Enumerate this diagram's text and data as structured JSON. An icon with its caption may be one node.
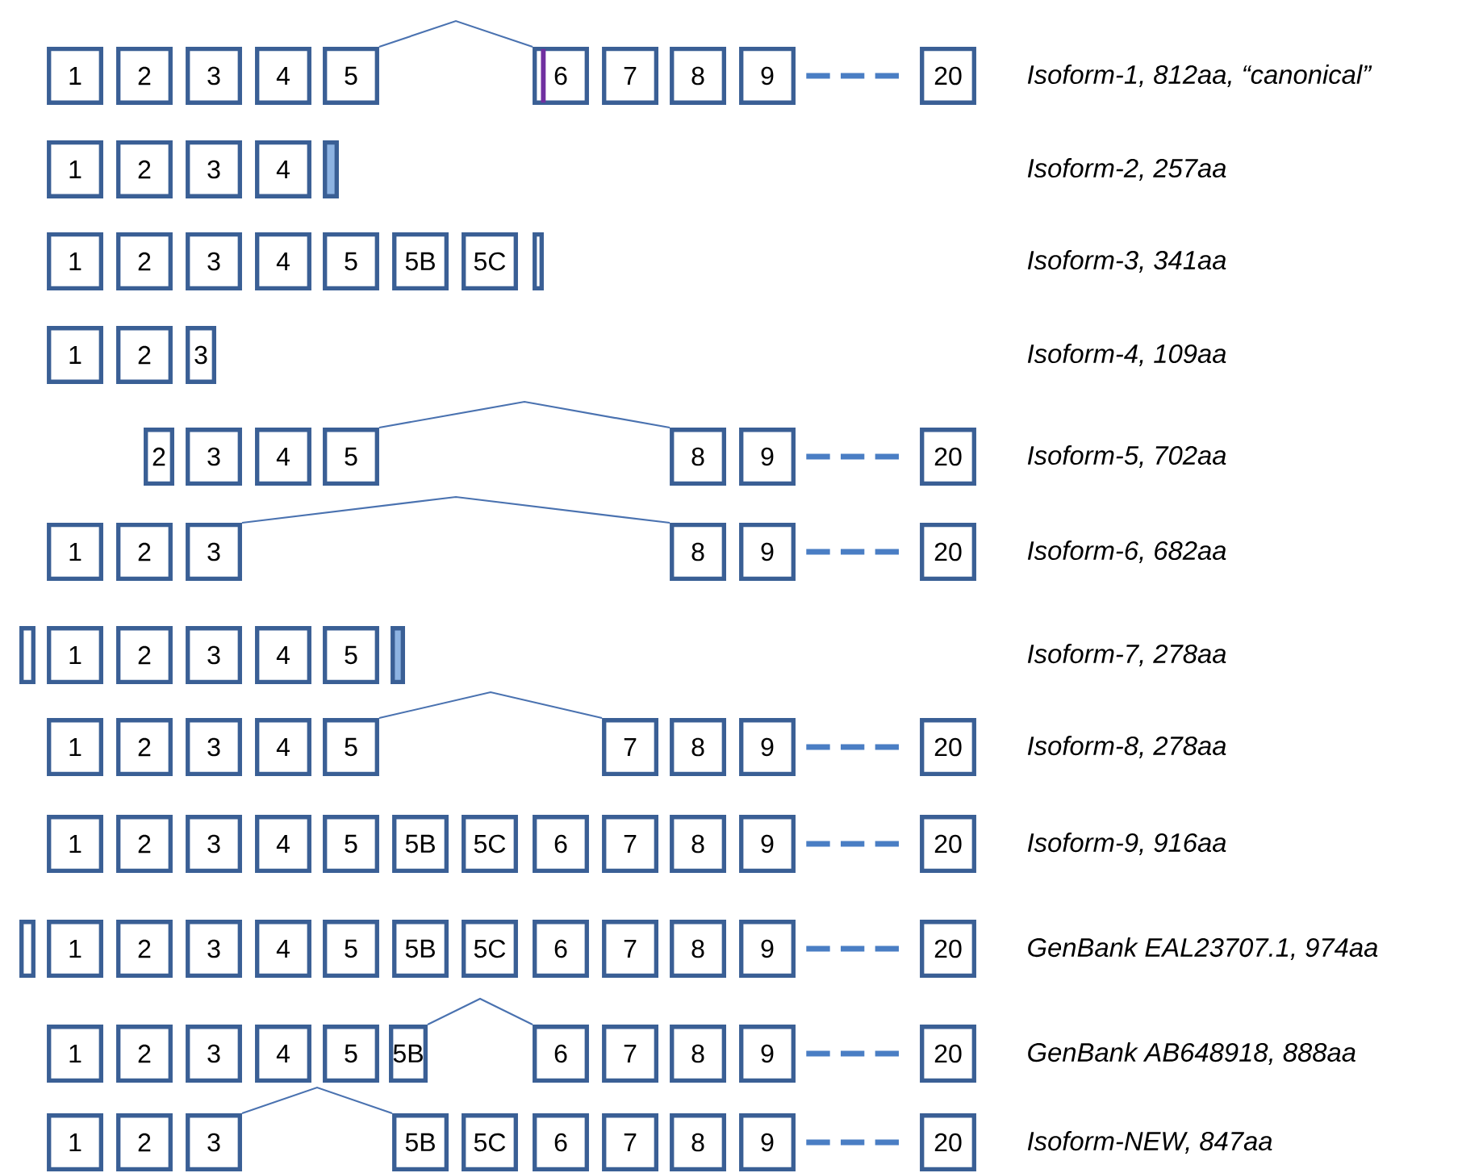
{
  "diagram": {
    "nodes": [
      {
        "text": [
          "1"
        ]
      },
      {
        "text": [
          "2"
        ]
      },
      {
        "text": [
          "3"
        ]
      },
      {
        "text": [
          "4"
        ]
      },
      {
        "text": [
          "5"
        ]
      },
      {
        "text": [
          "6"
        ]
      },
      {
        "text": [
          "7"
        ]
      },
      {
        "text": [
          "8"
        ]
      },
      {
        "text": [
          "9"
        ]
      },
      {
        "text": [
          "20"
        ]
      },
      {
        "text": [
          "1"
        ]
      },
      {
        "text": [
          "2"
        ]
      },
      {
        "text": [
          "3"
        ]
      },
      {
        "text": [
          "4"
        ]
      },
      {
        "text": [],
        "shape": "box"
      },
      {
        "text": [
          "1"
        ]
      },
      {
        "text": [
          "2"
        ]
      },
      {
        "text": [
          "3"
        ]
      },
      {
        "text": [
          "4"
        ]
      },
      {
        "text": [
          "5"
        ]
      },
      {
        "text": [
          "5B"
        ]
      },
      {
        "text": [
          "5C"
        ]
      },
      {
        "text": [],
        "shape": "box"
      },
      {
        "text": [
          "1"
        ]
      },
      {
        "text": [
          "2"
        ]
      },
      {
        "text": [
          "3"
        ]
      },
      {
        "text": [
          "2"
        ]
      },
      {
        "text": [
          "3"
        ]
      },
      {
        "text": [
          "4"
        ]
      },
      {
        "text": [
          "5"
        ]
      },
      {
        "text": [
          "8"
        ]
      },
      {
        "text": [
          "9"
        ]
      },
      {
        "text": [
          "20"
        ]
      },
      {
        "text": [
          "1"
        ]
      },
      {
        "text": [
          "2"
        ]
      },
      {
        "text": [
          "3"
        ]
      },
      {
        "text": [
          "8"
        ]
      },
      {
        "text": [
          "9"
        ]
      },
      {
        "text": [
          "20"
        ]
      },
      {
        "text": [],
        "shape": "box"
      },
      {
        "text": [
          "1"
        ]
      },
      {
        "text": [
          "2"
        ]
      },
      {
        "text": [
          "3"
        ]
      },
      {
        "text": [
          "4"
        ]
      },
      {
        "text": [
          "5"
        ]
      },
      {
        "text": [],
        "shape": "box"
      },
      {
        "text": [
          "1"
        ]
      },
      {
        "text": [
          "2"
        ]
      },
      {
        "text": [
          "3"
        ]
      },
      {
        "text": [
          "4"
        ]
      },
      {
        "text": [
          "5"
        ]
      },
      {
        "text": [
          "7"
        ]
      },
      {
        "text": [
          "8"
        ]
      },
      {
        "text": [
          "9"
        ]
      },
      {
        "text": [
          "20"
        ]
      },
      {
        "text": [
          "1"
        ]
      },
      {
        "text": [
          "2"
        ]
      },
      {
        "text": [
          "3"
        ]
      },
      {
        "text": [
          "4"
        ]
      },
      {
        "text": [
          "5"
        ]
      },
      {
        "text": [
          "5B"
        ]
      },
      {
        "text": [
          "5C"
        ]
      },
      {
        "text": [
          "6"
        ]
      },
      {
        "text": [
          "7"
        ]
      },
      {
        "text": [
          "8"
        ]
      },
      {
        "text": [
          "9"
        ]
      },
      {
        "text": [
          "20"
        ]
      },
      {
        "text": [],
        "shape": "box"
      },
      {
        "text": [
          "1"
        ]
      },
      {
        "text": [
          "2"
        ]
      },
      {
        "text": [
          "3"
        ]
      },
      {
        "text": [
          "4"
        ]
      },
      {
        "text": [
          "5"
        ]
      },
      {
        "text": [
          "5B"
        ]
      },
      {
        "text": [
          "5C"
        ]
      },
      {
        "text": [
          "6"
        ]
      },
      {
        "text": [
          "7"
        ]
      },
      {
        "text": [
          "8"
        ]
      },
      {
        "text": [
          "9"
        ]
      },
      {
        "text": [
          "20"
        ]
      },
      {
        "text": [
          "1"
        ]
      },
      {
        "text": [
          "2"
        ]
      },
      {
        "text": [
          "3"
        ]
      },
      {
        "text": [
          "4"
        ]
      },
      {
        "text": [
          "5"
        ]
      },
      {
        "text": [
          "5B"
        ]
      },
      {
        "text": [
          "6"
        ]
      },
      {
        "text": [
          "7"
        ]
      },
      {
        "text": [
          "8"
        ]
      },
      {
        "text": [
          "9"
        ]
      },
      {
        "text": [
          "20"
        ]
      },
      {
        "text": [
          "1"
        ]
      },
      {
        "text": [
          "2"
        ]
      },
      {
        "text": [
          "3"
        ]
      },
      {
        "text": [
          "5B"
        ]
      },
      {
        "text": [
          "5C"
        ]
      },
      {
        "text": [
          "6"
        ]
      },
      {
        "text": [
          "7"
        ]
      },
      {
        "text": [
          "8"
        ]
      },
      {
        "text": [
          "9"
        ]
      },
      {
        "text": [
          "20"
        ]
      }
    ],
    "edges": [
      {
        "from": 4,
        "to": 5,
        "arrow": "none"
      },
      {
        "from": 8,
        "to": 9,
        "arrow": "none",
        "style": "dashed"
      },
      {
        "from": 29,
        "to": 30,
        "arrow": "none"
      },
      {
        "from": 31,
        "to": 32,
        "arrow": "none",
        "style": "dashed"
      },
      {
        "from": 35,
        "to": 36,
        "arrow": "none"
      },
      {
        "from": 37,
        "to": 38,
        "arrow": "none",
        "style": "dashed"
      },
      {
        "from": 50,
        "to": 51,
        "arrow": "none"
      },
      {
        "from": 53,
        "to": 54,
        "arrow": "none",
        "style": "dashed"
      },
      {
        "from": 65,
        "to": 66,
        "arrow": "none",
        "style": "dashed"
      },
      {
        "from": 78,
        "to": 79,
        "arrow": "none",
        "style": "dashed"
      },
      {
        "from": 85,
        "to": 86,
        "arrow": "none"
      },
      {
        "from": 89,
        "to": 90,
        "arrow": "none",
        "style": "dashed"
      },
      {
        "from": 93,
        "to": 94,
        "arrow": "none"
      },
      {
        "from": 99,
        "to": 100,
        "arrow": "none",
        "style": "dashed"
      }
    ],
    "labels": [
      "Isoform-1, 812aa, “canonical”",
      "Isoform-2, 257aa",
      "Isoform-3, 341aa",
      "Isoform-4, 109aa",
      "Isoform-5, 702aa",
      "Isoform-6, 682aa",
      "Isoform-7, 278aa",
      "Isoform-8, 278aa",
      "Isoform-9, 916aa",
      "GenBank EAL23707.1, 974aa",
      "GenBank AB648918, 888aa",
      "Isoform-NEW, 847aa"
    ]
  }
}
